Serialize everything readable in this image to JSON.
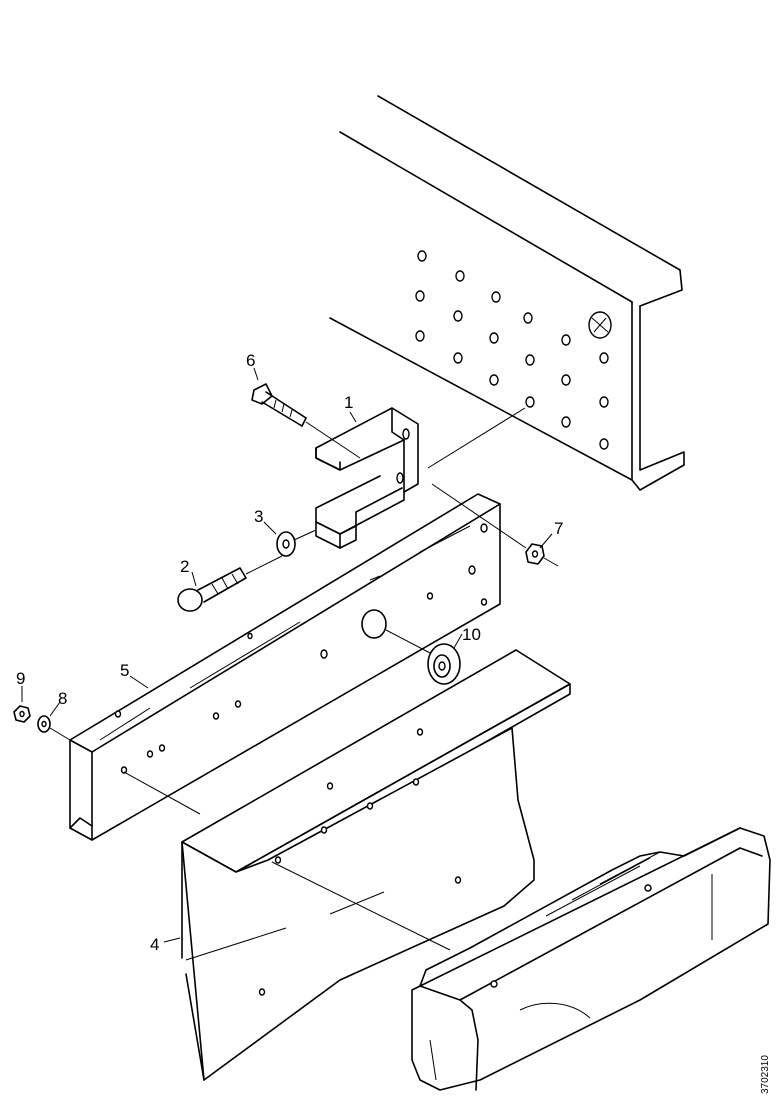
{
  "drawing": {
    "reference_number": "3702310"
  },
  "callouts": [
    {
      "id": "c1",
      "label": "1"
    },
    {
      "id": "c2",
      "label": "2"
    },
    {
      "id": "c3",
      "label": "3"
    },
    {
      "id": "c4",
      "label": "4"
    },
    {
      "id": "c5",
      "label": "5"
    },
    {
      "id": "c6",
      "label": "6"
    },
    {
      "id": "c7",
      "label": "7"
    },
    {
      "id": "c8",
      "label": "8"
    },
    {
      "id": "c9",
      "label": "9"
    },
    {
      "id": "c10",
      "label": "10"
    }
  ]
}
